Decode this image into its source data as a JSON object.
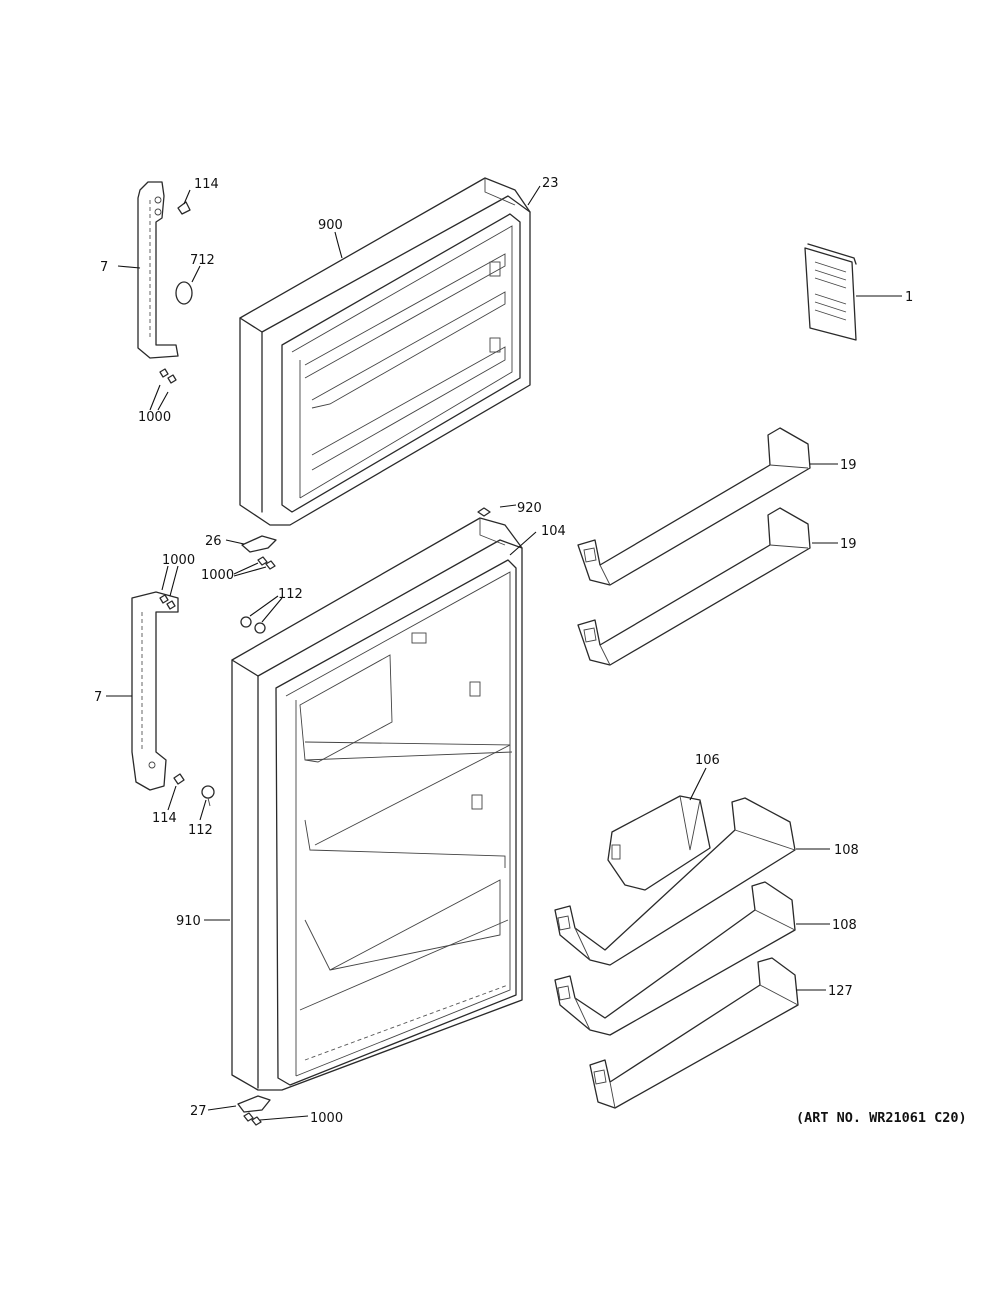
{
  "callouts": {
    "c114a": "114",
    "c23": "23",
    "c900": "900",
    "c7a": "7",
    "c712": "712",
    "c1": "1",
    "c1000a": "1000",
    "c19a": "19",
    "c920": "920",
    "c104": "104",
    "c26": "26",
    "c19b": "19",
    "c1000b": "1000",
    "c1000c": "1000",
    "c112a": "112",
    "c7b": "7",
    "c106": "106",
    "c114b": "114",
    "c112b": "112",
    "c108a": "108",
    "c910": "910",
    "c108b": "108",
    "c127": "127",
    "c27": "27",
    "c1000d": "1000"
  },
  "art_number": "(ART NO. WR21061 C20)"
}
